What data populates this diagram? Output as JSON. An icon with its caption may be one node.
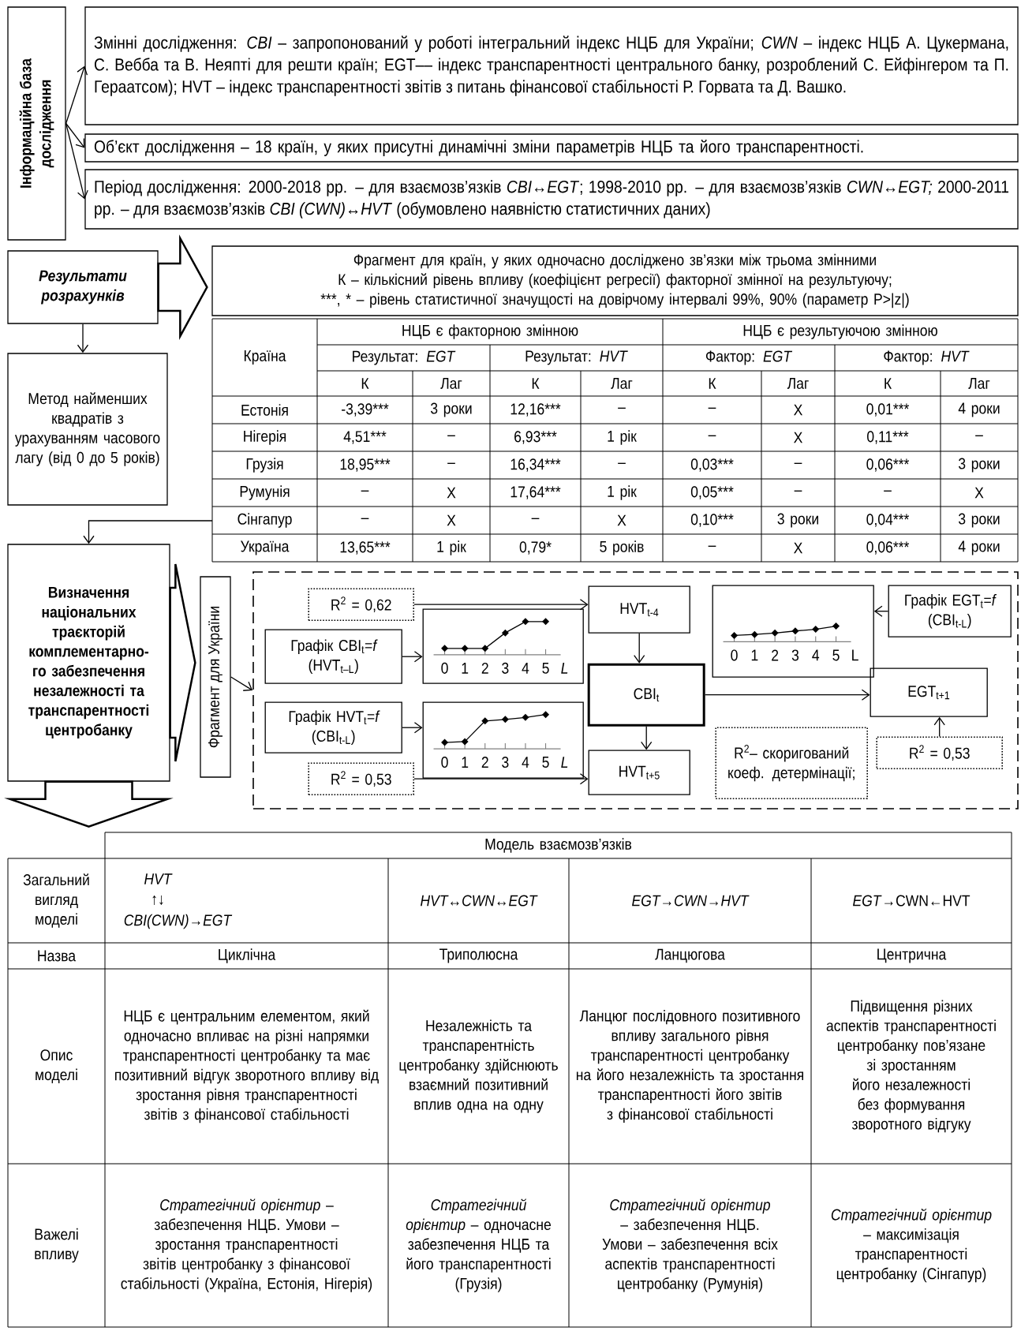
{
  "diagram": {
    "nodes": [
      {
        "text": [
          "Інформаційна база дослідження"
        ]
      },
      {
        "text": [
          "Змінні дослідження: *CBI* – запропонований у роботі інтегральний індекс НЦБ для України; *CWN* – індекс НЦБ А. Цукермана, С. Вебба та В. Неяпті для решти країн; EGT–– індекс транспарентності центрального банку, розроблений С. Ейфінгером та П. Гераатсом); HVT – індекс транспарентності звітів з питань фінансової стабільності Р. Горвата та Д. Вашко."
        ]
      },
      {
        "text": [
          "Об’єкт дослідження – 18 країн, у яких присутні динамічні зміни параметрів НЦБ та його транспарентності."
        ]
      },
      {
        "text": [
          "Період дослідження: 2000-2018 рр. – для взаємозв’язків *CBI↔EGT*; 1998-2010 рр. – для взаємозв’язків *CWN↔EGT;* 2000-2011 рр. – для взаємозв’язків *CBI (CWN)↔HVT* (обумовлено наявністю статистичних даних)"
        ]
      },
      {
        "text": [
          "Результати розрахунків"
        ]
      },
      {
        "text": [
          "Фрагмент для країн, у яких одночасно досліджено зв’язки між трьома змінними",
          "К – кількісний рівень впливу (коефіцієнт регресії) факторної змінної на результуючу;",
          "***, * – рівень статистичної значущості на довірчому інтервалі 99%, 90% (параметр P>|z|)"
        ]
      },
      {
        "text": [
          "Метод найменших квадратів з урахуванням часового лагу (від 0 до 5 років)"
        ]
      },
      {
        "text": [
          "Визначення національних траєкторій комплементарно-го забезпечення незалежності та транспарентності центробанку"
        ]
      },
      {
        "text": [
          "Фрагмент для України"
        ]
      },
      {
        "text": [],
        "shape": "box"
      },
      {
        "text": [
          "R$^{2}$ = 0,62"
        ],
        "in": 9
      },
      {
        "text": [
          "HVT$_{t-4}$"
        ],
        "in": 9
      },
      {
        "text": [
          "0",
          "1",
          "2",
          "3",
          "4",
          "5",
          "L"
        ],
        "in": 9
      },
      {
        "text": [
          "Графік EGT$_{t}$=*f* (CBI$_{t-L}$)"
        ],
        "in": 9
      },
      {
        "text": [
          "Графік CBI$_{t}$=*f* (HVT$_{t–L}$)"
        ],
        "in": 9
      },
      {
        "text": [
          "0",
          "1",
          "2",
          "3",
          "4",
          "5",
          "L"
        ],
        "in": 9
      },
      {
        "text": [
          "CBI$_{t}$"
        ],
        "in": 9
      },
      {
        "text": [
          "EGT$_{t+1}$"
        ],
        "in": 9
      },
      {
        "text": [
          "Графік HVT$_{t}$=*f* (CBI$_{t-L}$)"
        ],
        "in": 9
      },
      {
        "text": [
          "0",
          "1",
          "2",
          "3",
          "4",
          "5",
          "L"
        ],
        "in": 9
      },
      {
        "text": [
          "R$^{2}$– скоригований коеф. детермінації;"
        ],
        "in": 9
      },
      {
        "text": [
          "R$^{2}$ = 0,53"
        ],
        "in": 9
      },
      {
        "text": [
          "R$^{2}$ = 0,53"
        ],
        "in": 9
      },
      {
        "text": [
          "HVT$_{t+5}$"
        ],
        "in": 9
      }
    ],
    "edges": [
      {
        "from": 0,
        "to": 1,
        "arrow": "to"
      },
      {
        "from": 0,
        "to": 2,
        "arrow": "to"
      },
      {
        "from": 0,
        "to": 3,
        "arrow": "to"
      },
      {
        "from": 4,
        "to": 5,
        "arrow": "to"
      },
      {
        "from": 4,
        "to": 6,
        "arrow": "to"
      },
      {
        "from": null,
        "to": 7,
        "arrow": "to"
      },
      {
        "from": 7,
        "to": 8,
        "arrow": "to"
      },
      {
        "from": 8,
        "to": 9,
        "arrow": "to"
      },
      {
        "from": 10,
        "to": 11,
        "arrow": "to"
      },
      {
        "from": 14,
        "to": 15,
        "arrow": "to"
      },
      {
        "from": 11,
        "to": 16,
        "arrow": "to"
      },
      {
        "from": 13,
        "to": 12,
        "arrow": "to"
      },
      {
        "from": 16,
        "to": 17,
        "arrow": "to"
      },
      {
        "from": 18,
        "to": 19,
        "arrow": "to"
      },
      {
        "from": 16,
        "to": 23,
        "arrow": "to"
      },
      {
        "from": 21,
        "to": 17,
        "arrow": "to"
      },
      {
        "from": 22,
        "to": 23,
        "arrow": "to"
      },
      {
        "from": 7,
        "to": null,
        "arrow": "to"
      }
    ],
    "labels": [
      "Країна",
      "НЦБ є факторною змінною",
      "НЦБ є результуючою змінною",
      "Результат: *EGT*",
      "Результат: *HVT*",
      "Фактор: *EGT*",
      "Фактор: *HVT*",
      "К",
      "Лаг",
      "К",
      "Лаг",
      "К",
      "Лаг",
      "К",
      "Лаг",
      "Естонія",
      "-3,39***",
      "3 роки",
      "12,16***",
      "–",
      "–",
      "X",
      "0,01***",
      "4 роки",
      "Нігерія",
      "4,51***",
      "–",
      "6,93***",
      "1 рік",
      "–",
      "X",
      "0,11***",
      "–",
      "Грузія",
      "18,95***",
      "–",
      "16,34***",
      "–",
      "0,03***",
      "–",
      "0,06***",
      "3 роки",
      "Румунія",
      "–",
      "X",
      "17,64***",
      "1 рік",
      "0,05***",
      "–",
      "–",
      "X",
      "Сінгапур",
      "–",
      "X",
      "–",
      "X",
      "0,10***",
      "3 роки",
      "0,04***",
      "3 роки",
      "Україна",
      "13,65***",
      "1 рік",
      "0,79*",
      "5 років",
      "–",
      "X",
      "0,06***",
      "4 роки",
      "Модель взаємозв’язків",
      "Загальний вигляд моделі",
      "HVT",
      "↑↓",
      "CBI(CWN)→EGT",
      "HVT↔CWN↔EGT",
      "EGT→CWN→HVT",
      "*EGT*→CWN←HVT",
      "Назва",
      "Циклічна",
      "Триполюсна",
      "Ланцюгова",
      "Центрична",
      "Опис моделі",
      "НЦБ є центральним елементом, який одночасно впливає на різні напрямки транспарентності центробанку та має позитивний відгук зворотного впливу від зростання рівня транспарентності звітів з фінансової стабільності",
      "Незалежність та транспарентність центробанку здійснюють взаємний позитивний вплив одна на одну",
      "Ланцюг послідовного позитивного впливу загального рівня транспарентності центробанку на його незалежність та зростання транспарентності його звітів з фінансової стабільності",
      "Підвищення різних аспектів транспарентності центробанку пов’язане зі зростанням його незалежності без формування зворотного відгуку",
      "Важелі впливу",
      "*Стратегічний орієнтир* – забезпечення НЦБ. Умови – зростання транспарентності звітів центробанку з фінансової стабільності (Україна, Естонія, Нігерія)",
      "*Стратегічний орієнтир* – одночасне забезпечення НЦБ та його транспарентності (Грузія)",
      "*Стратегічний орієнтир* – забезпечення НЦБ. Умови – забезпечення всіх аспектів транспарентності центробанку (Румунія)",
      "*Стратегічний орієнтир* – максимізація транспарентності центробанку (Сінгапур)"
    ]
  }
}
